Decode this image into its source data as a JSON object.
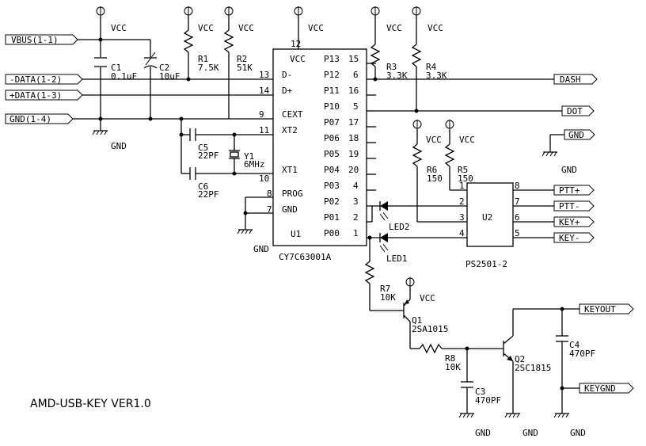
{
  "title": "AMD-USB-KEY VER1.0",
  "power": {
    "vcc": "VCC",
    "gnd": "GND"
  },
  "connectors": {
    "vbus": "VBUS(1-1)",
    "dminus": "-DATA(1-2)",
    "dplus": "+DATA(1-3)",
    "gnd": "GND(1-4)",
    "dash": "DASH",
    "dot": "DOT",
    "gnd_out": "GND",
    "ptt_plus": "PTT+",
    "ptt_minus": "PTT-",
    "key_plus": "KEY+",
    "key_minus": "KEY-",
    "keyout": "KEYOUT",
    "keygnd": "KEYGND"
  },
  "u1": {
    "ref": "U1",
    "part": "CY7C63001A",
    "left_pins": [
      {
        "num": "12",
        "name": "VCC"
      },
      {
        "num": "13",
        "name": "D-"
      },
      {
        "num": "14",
        "name": "D+"
      },
      {
        "num": "9",
        "name": "CEXT"
      },
      {
        "num": "11",
        "name": "XT2"
      },
      {
        "num": "10",
        "name": "XT1"
      },
      {
        "num": "8",
        "name": "PROG"
      },
      {
        "num": "7",
        "name": "GND"
      }
    ],
    "right_pins": [
      {
        "num": "15",
        "name": "P13"
      },
      {
        "num": "6",
        "name": "P12"
      },
      {
        "num": "16",
        "name": "P11"
      },
      {
        "num": "5",
        "name": "P10"
      },
      {
        "num": "17",
        "name": "P07"
      },
      {
        "num": "18",
        "name": "P06"
      },
      {
        "num": "19",
        "name": "P05"
      },
      {
        "num": "20",
        "name": "P04"
      },
      {
        "num": "4",
        "name": "P03"
      },
      {
        "num": "3",
        "name": "P02"
      },
      {
        "num": "2",
        "name": "P01"
      },
      {
        "num": "1",
        "name": "P00"
      }
    ]
  },
  "u2": {
    "ref": "U2",
    "part": "PS2501-2",
    "left_pins": [
      "1",
      "2",
      "3",
      "4"
    ],
    "right_pins": [
      "8",
      "7",
      "6",
      "5"
    ]
  },
  "components": {
    "c1": {
      "ref": "C1",
      "value": "0.1uF"
    },
    "c2": {
      "ref": "C2",
      "value": "10uF"
    },
    "r1": {
      "ref": "R1",
      "value": "7.5K"
    },
    "r2": {
      "ref": "R2",
      "value": "51K"
    },
    "r3": {
      "ref": "R3",
      "value": "3.3K"
    },
    "r4": {
      "ref": "R4",
      "value": "3.3K"
    },
    "c5": {
      "ref": "C5",
      "value": "22PF"
    },
    "c6": {
      "ref": "C6",
      "value": "22PF"
    },
    "y1": {
      "ref": "Y1",
      "value": "6MHz"
    },
    "r5": {
      "ref": "R5",
      "value": "150"
    },
    "r6": {
      "ref": "R6",
      "value": "150"
    },
    "led1": {
      "ref": "LED1"
    },
    "led2": {
      "ref": "LED2"
    },
    "r7": {
      "ref": "R7",
      "value": "10K"
    },
    "r8": {
      "ref": "R8",
      "value": "10K"
    },
    "q1": {
      "ref": "Q1",
      "value": "2SA1015"
    },
    "q2": {
      "ref": "Q2",
      "value": "2SC1815"
    },
    "c3": {
      "ref": "C3",
      "value": "470PF"
    },
    "c4": {
      "ref": "C4",
      "value": "470PF"
    }
  }
}
